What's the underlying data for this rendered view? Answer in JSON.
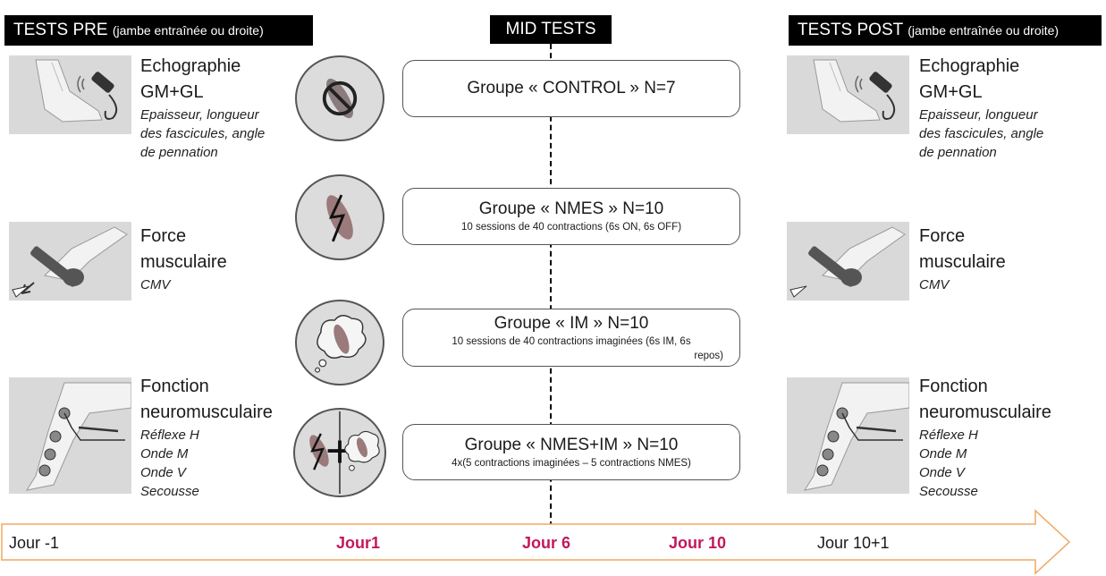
{
  "headers": {
    "pre": {
      "main": "TESTS PRE",
      "detail": "(jambe entraînée ou droite)"
    },
    "mid": {
      "main": "MID TESTS"
    },
    "post": {
      "main": "TESTS POST",
      "detail": "(jambe entraînée ou droite)"
    }
  },
  "tests_pre": [
    {
      "title_lines": [
        "Echographie",
        "GM+GL"
      ],
      "detail_lines": [
        "Epaisseur, longueur",
        "des fascicules, angle",
        "de pennation"
      ],
      "icon": "ultrasound-leg-icon"
    },
    {
      "title_lines": [
        "Force",
        "musculaire"
      ],
      "detail_lines": [
        "CMV"
      ],
      "icon": "force-leg-icon"
    },
    {
      "title_lines": [
        "Fonction",
        "neuromusculaire"
      ],
      "detail_lines": [
        "Réflexe H",
        "Onde M",
        "Onde V",
        "Secousse"
      ],
      "icon": "electrode-leg-icon"
    }
  ],
  "tests_post": [
    {
      "title_lines": [
        "Echographie",
        "GM+GL"
      ],
      "detail_lines": [
        "Epaisseur, longueur",
        "des fascicules, angle",
        "de pennation"
      ],
      "icon": "ultrasound-leg-icon"
    },
    {
      "title_lines": [
        "Force",
        "musculaire"
      ],
      "detail_lines": [
        "CMV"
      ],
      "icon": "force-leg-icon"
    },
    {
      "title_lines": [
        "Fonction",
        "neuromusculaire"
      ],
      "detail_lines": [
        "Réflexe H",
        "Onde M",
        "Onde V",
        "Secousse"
      ],
      "icon": "electrode-leg-icon"
    }
  ],
  "groups": [
    {
      "name": "Groupe « CONTROL » N=7",
      "desc_lines": [],
      "icon": "no-intervention-icon"
    },
    {
      "name": "Groupe « NMES » N=10",
      "desc_lines": [
        "10 sessions de 40 contractions (6s ON, 6s OFF)"
      ],
      "icon": "electrical-stimulation-icon"
    },
    {
      "name": "Groupe « IM » N=10",
      "desc_lines": [
        "10 sessions de 40 contractions imaginées (6s IM, 6s",
        "repos)"
      ],
      "icon": "motor-imagery-icon"
    },
    {
      "name": "Groupe « NMES+IM » N=10",
      "desc_lines": [
        "4x(5 contractions imaginées – 5 contractions NMES)"
      ],
      "icon": "combined-icon"
    }
  ],
  "timeline": [
    {
      "label": "Jour -1",
      "highlight": false
    },
    {
      "label": "Jour1",
      "highlight": true
    },
    {
      "label": "Jour 6",
      "highlight": true
    },
    {
      "label": "Jour 10",
      "highlight": true
    },
    {
      "label": "Jour 10+1",
      "highlight": false
    }
  ],
  "colors": {
    "highlight": "#c2185b",
    "arrow_outline": "#f0a860",
    "header_bg": "#000000",
    "panel_bg": "#d9d9d9"
  }
}
